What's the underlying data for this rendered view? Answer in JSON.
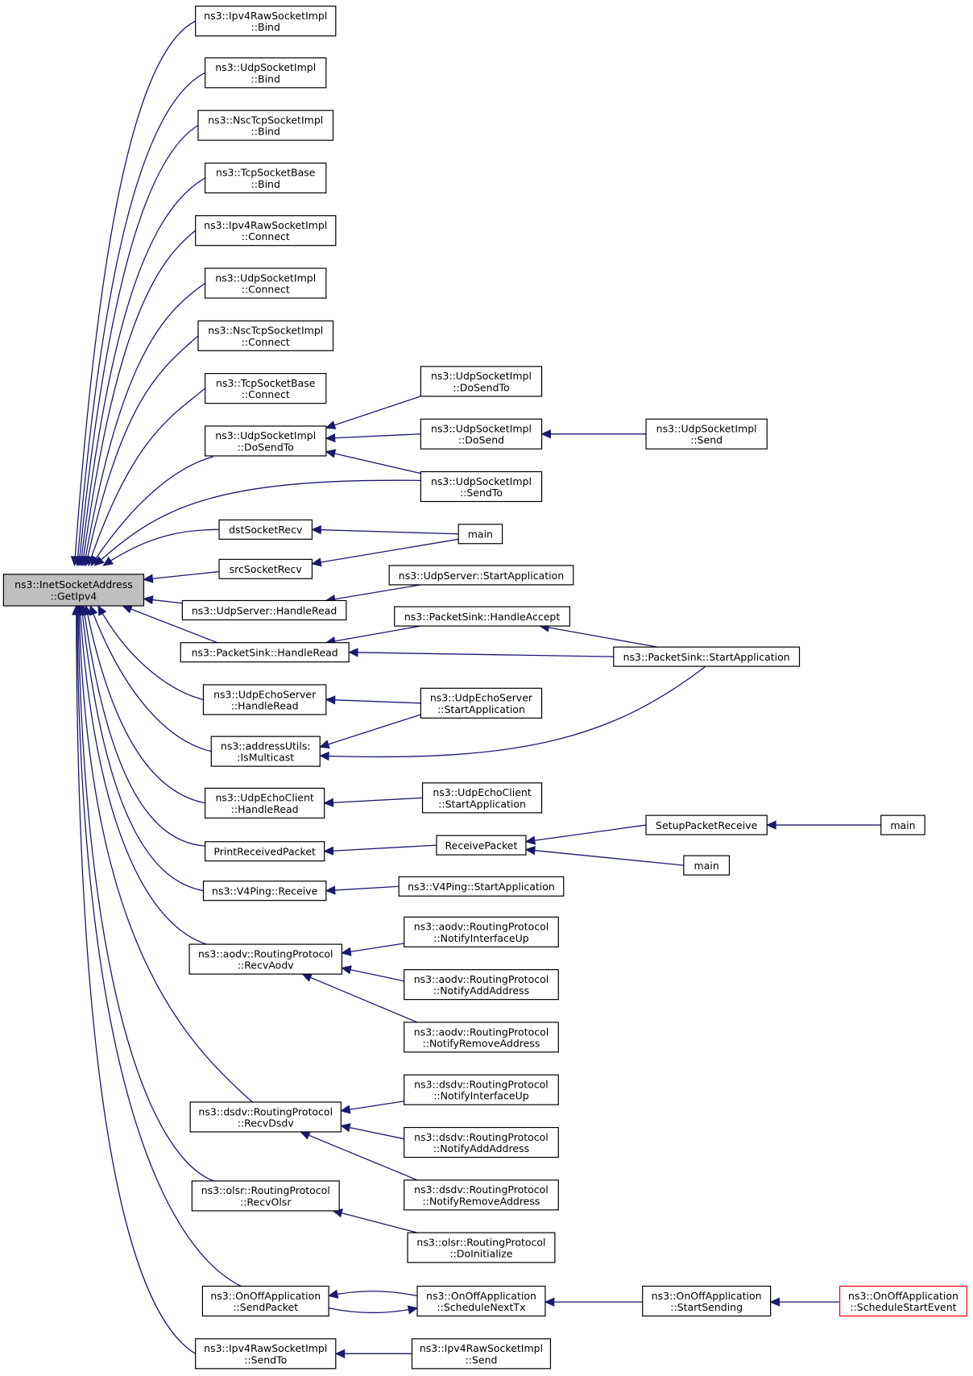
{
  "graph": {
    "root": {
      "l1": "ns3::InetSocketAddress",
      "l2": "::GetIpv4"
    },
    "nodes": [
      {
        "id": "n_ipv4raw_bind",
        "l1": "ns3::Ipv4RawSocketImpl",
        "l2": "::Bind"
      },
      {
        "id": "n_udpsock_bind",
        "l1": "ns3::UdpSocketImpl",
        "l2": "::Bind"
      },
      {
        "id": "n_nsc_bind",
        "l1": "ns3::NscTcpSocketImpl",
        "l2": "::Bind"
      },
      {
        "id": "n_tcpbase_bind",
        "l1": "ns3::TcpSocketBase",
        "l2": "::Bind"
      },
      {
        "id": "n_ipv4raw_connect",
        "l1": "ns3::Ipv4RawSocketImpl",
        "l2": "::Connect"
      },
      {
        "id": "n_udpsock_connect",
        "l1": "ns3::UdpSocketImpl",
        "l2": "::Connect"
      },
      {
        "id": "n_nsc_connect",
        "l1": "ns3::NscTcpSocketImpl",
        "l2": "::Connect"
      },
      {
        "id": "n_tcpbase_connect",
        "l1": "ns3::TcpSocketBase",
        "l2": "::Connect"
      },
      {
        "id": "n_udp_dosendto",
        "l1": "ns3::UdpSocketImpl",
        "l2": "::DoSendTo"
      },
      {
        "id": "n_udp_dosendto2",
        "l1": "ns3::UdpSocketImpl",
        "l2": "::DoSendTo"
      },
      {
        "id": "n_udp_dosend",
        "l1": "ns3::UdpSocketImpl",
        "l2": "::DoSend"
      },
      {
        "id": "n_udp_send",
        "l1": "ns3::UdpSocketImpl",
        "l2": "::Send"
      },
      {
        "id": "n_udp_sendto",
        "l1": "ns3::UdpSocketImpl",
        "l2": "::SendTo"
      },
      {
        "id": "n_dst_recv",
        "l1": "dstSocketRecv",
        "l2": ""
      },
      {
        "id": "n_src_recv",
        "l1": "srcSocketRecv",
        "l2": ""
      },
      {
        "id": "n_main1",
        "l1": "main",
        "l2": ""
      },
      {
        "id": "n_udpserver_read",
        "l1": "ns3::UdpServer::HandleRead",
        "l2": ""
      },
      {
        "id": "n_udpserver_start",
        "l1": "ns3::UdpServer::StartApplication",
        "l2": ""
      },
      {
        "id": "n_sink_read",
        "l1": "ns3::PacketSink::HandleRead",
        "l2": ""
      },
      {
        "id": "n_sink_accept",
        "l1": "ns3::PacketSink::HandleAccept",
        "l2": ""
      },
      {
        "id": "n_sink_start",
        "l1": "ns3::PacketSink::StartApplication",
        "l2": ""
      },
      {
        "id": "n_echoserver_read",
        "l1": "ns3::UdpEchoServer",
        "l2": "::HandleRead"
      },
      {
        "id": "n_echoserver_start",
        "l1": "ns3::UdpEchoServer",
        "l2": "::StartApplication"
      },
      {
        "id": "n_ismulticast",
        "l1": "ns3::addressUtils:",
        "l2": ":IsMulticast"
      },
      {
        "id": "n_echoclient_read",
        "l1": "ns3::UdpEchoClient",
        "l2": "::HandleRead"
      },
      {
        "id": "n_echoclient_start",
        "l1": "ns3::UdpEchoClient",
        "l2": "::StartApplication"
      },
      {
        "id": "n_printrecv",
        "l1": "PrintReceivedPacket",
        "l2": ""
      },
      {
        "id": "n_recvpacket",
        "l1": "ReceivePacket",
        "l2": ""
      },
      {
        "id": "n_setuprecv",
        "l1": "SetupPacketReceive",
        "l2": ""
      },
      {
        "id": "n_main2",
        "l1": "main",
        "l2": ""
      },
      {
        "id": "n_main3",
        "l1": "main",
        "l2": ""
      },
      {
        "id": "n_v4ping_recv",
        "l1": "ns3::V4Ping::Receive",
        "l2": ""
      },
      {
        "id": "n_v4ping_start",
        "l1": "ns3::V4Ping::StartApplication",
        "l2": ""
      },
      {
        "id": "n_aodv_recv",
        "l1": "ns3::aodv::RoutingProtocol",
        "l2": "::RecvAodv"
      },
      {
        "id": "n_aodv_ifup",
        "l1": "ns3::aodv::RoutingProtocol",
        "l2": "::NotifyInterfaceUp"
      },
      {
        "id": "n_aodv_add",
        "l1": "ns3::aodv::RoutingProtocol",
        "l2": "::NotifyAddAddress"
      },
      {
        "id": "n_aodv_rem",
        "l1": "ns3::aodv::RoutingProtocol",
        "l2": "::NotifyRemoveAddress"
      },
      {
        "id": "n_dsdv_recv",
        "l1": "ns3::dsdv::RoutingProtocol",
        "l2": "::RecvDsdv"
      },
      {
        "id": "n_dsdv_ifup",
        "l1": "ns3::dsdv::RoutingProtocol",
        "l2": "::NotifyInterfaceUp"
      },
      {
        "id": "n_dsdv_add",
        "l1": "ns3::dsdv::RoutingProtocol",
        "l2": "::NotifyAddAddress"
      },
      {
        "id": "n_dsdv_rem",
        "l1": "ns3::dsdv::RoutingProtocol",
        "l2": "::NotifyRemoveAddress"
      },
      {
        "id": "n_olsr_recv",
        "l1": "ns3::olsr::RoutingProtocol",
        "l2": "::RecvOlsr"
      },
      {
        "id": "n_olsr_init",
        "l1": "ns3::olsr::RoutingProtocol",
        "l2": "::DoInitialize"
      },
      {
        "id": "n_onoff_sendpkt",
        "l1": "ns3::OnOffApplication",
        "l2": "::SendPacket"
      },
      {
        "id": "n_onoff_schednext",
        "l1": "ns3::OnOffApplication",
        "l2": "::ScheduleNextTx"
      },
      {
        "id": "n_onoff_startsend",
        "l1": "ns3::OnOffApplication",
        "l2": "::StartSending"
      },
      {
        "id": "n_onoff_schedstart",
        "l1": "ns3::OnOffApplication",
        "l2": "::ScheduleStartEvent"
      },
      {
        "id": "n_ipv4raw_sendto",
        "l1": "ns3::Ipv4RawSocketImpl",
        "l2": "::SendTo"
      },
      {
        "id": "n_ipv4raw_send",
        "l1": "ns3::Ipv4RawSocketImpl",
        "l2": "::Send"
      }
    ],
    "colors": {
      "edge": "#191970",
      "root_fill": "#bfbfbf",
      "box_stroke": "#000000",
      "highlight_stroke": "#ff0000"
    }
  }
}
